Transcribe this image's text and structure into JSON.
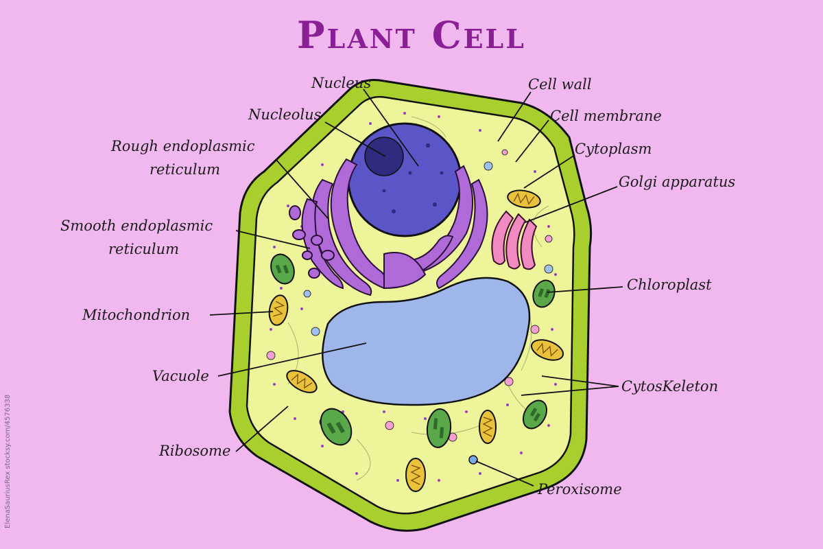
{
  "title": "Plant Cell",
  "credit": "ElenaSauriusRex stocksy.com/4576338",
  "labels": {
    "nucleus": "Nucleus",
    "nucleolus": "Nucleolus",
    "rough_er": [
      "Rough endoplasmic",
      "reticulum"
    ],
    "smooth_er": [
      "Smooth endoplasmic",
      "reticulum"
    ],
    "mitochondrion": "Mitochondrion",
    "vacuole": "Vacuole",
    "ribosome": "Ribosome",
    "cell_wall": "Cell wall",
    "cell_membrane": "Cell membrane",
    "cytoplasm": "Cytoplasm",
    "golgi": "Golgi apparatus",
    "chloroplast": "Chloroplast",
    "cytoskeleton": "CytosKeleton",
    "peroxisome": "Peroxisome"
  },
  "colors": {
    "background": "#f0b8ee",
    "cell_wall": "#a9cf2e",
    "cytoplasm": "#eef49a",
    "nucleus": "#5b56c8",
    "nucleolus": "#2f2c80",
    "er": "#b06ad8",
    "golgi": "#f08ac0",
    "vacuole": "#9fb6ea",
    "chloroplast": "#5aa84a",
    "mitochondrion": "#e8c23a",
    "title": "#8a1f96"
  }
}
